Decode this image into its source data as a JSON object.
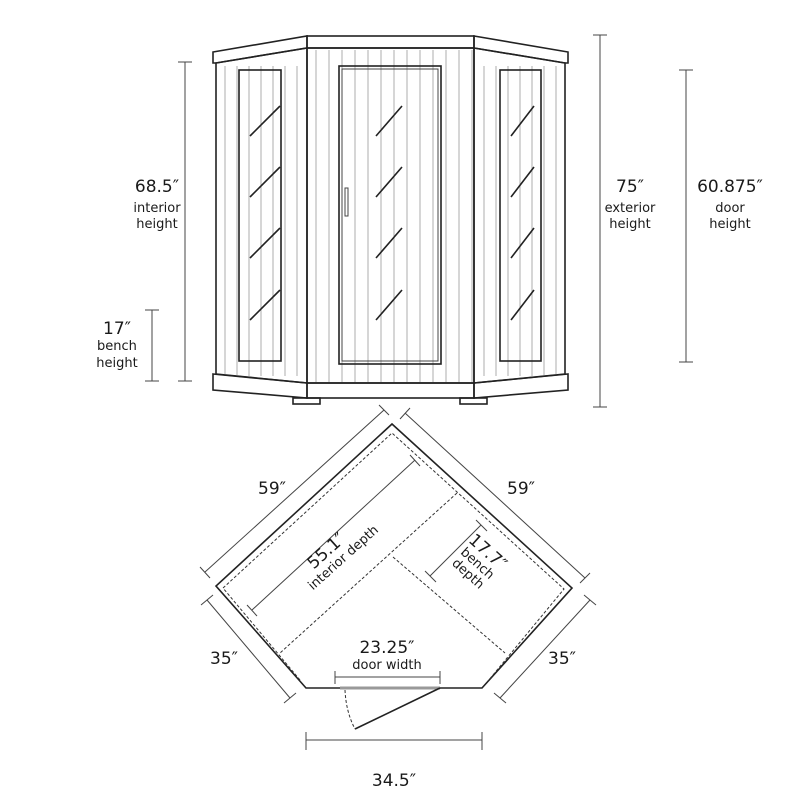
{
  "front_view": {
    "interior_height": {
      "value": "68.5″",
      "label_1": "interior",
      "label_2": "height"
    },
    "bench_height": {
      "value": "17″",
      "label_1": "bench",
      "label_2": "height"
    },
    "exterior_height": {
      "value": "75″",
      "label_1": "exterior",
      "label_2": "height"
    },
    "door_height": {
      "value": "60.875″",
      "label_1": "door",
      "label_2": "height"
    }
  },
  "plan_view": {
    "left_wall": "59″",
    "right_wall": "59″",
    "left_angled": "35″",
    "right_angled": "35″",
    "front_width": "34.5″",
    "door_width": {
      "value": "23.25″",
      "label": "door width"
    },
    "interior_depth": {
      "value": "55.1″",
      "label": "interior depth"
    },
    "bench_depth": {
      "value": "17.7″",
      "label_1": "bench",
      "label_2": "depth"
    }
  }
}
